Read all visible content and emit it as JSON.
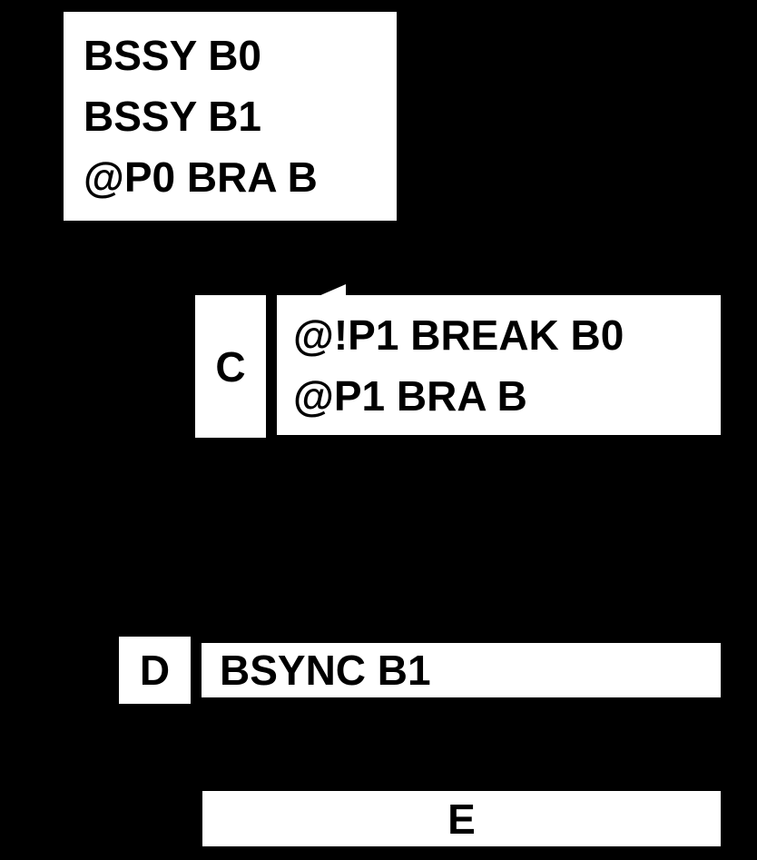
{
  "diagram": {
    "background_color": "#000000",
    "box_color": "#ffffff",
    "text_color": "#000000",
    "blocks": [
      {
        "id": "a",
        "label": "",
        "lines": [
          "BSSY B0",
          "BSSY B1",
          "@P0 BRA B"
        ]
      },
      {
        "id": "c",
        "label": "C",
        "lines": [
          "@!P1 BREAK B0",
          "@P1 BRA B"
        ]
      },
      {
        "id": "d",
        "label": "D",
        "lines": [
          "BSYNC B1"
        ]
      },
      {
        "id": "e",
        "label": "E",
        "lines": []
      }
    ]
  }
}
